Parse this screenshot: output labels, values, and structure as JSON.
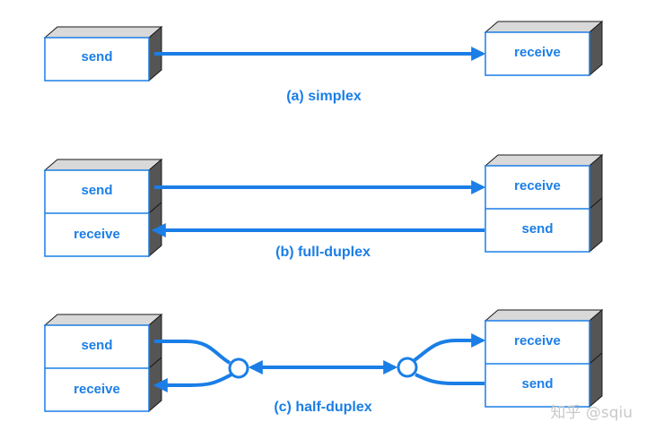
{
  "diagram": {
    "simplex": {
      "caption": "(a)  simplex",
      "left_box": {
        "label": "send"
      },
      "right_box": {
        "label": "receive"
      }
    },
    "full_duplex": {
      "caption": "(b)  full-duplex",
      "left_box": {
        "top_label": "send",
        "bottom_label": "receive"
      },
      "right_box": {
        "top_label": "receive",
        "bottom_label": "send"
      }
    },
    "half_duplex": {
      "caption": "(c)  half-duplex",
      "left_box": {
        "top_label": "send",
        "bottom_label": "receive"
      },
      "right_box": {
        "top_label": "receive",
        "bottom_label": "send"
      }
    }
  },
  "watermark": "知乎 @sqiu",
  "colors": {
    "accent": "#1a7ee6",
    "box_top": "#d9d9d9",
    "box_side": "#555555",
    "background": "#ffffff"
  }
}
